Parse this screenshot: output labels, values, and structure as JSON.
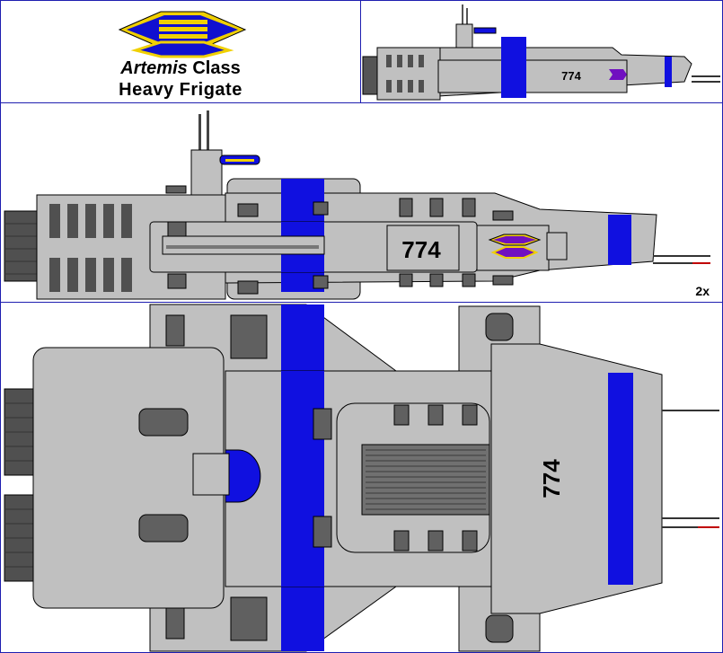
{
  "header": {
    "name_italic": "Artemis",
    "name_rest": " Class",
    "type": "Heavy Frigate"
  },
  "hull_number": "774",
  "scale_label": "2x",
  "colors": {
    "hull": "#c0c0c0",
    "stripe": "#1010e0",
    "emblem_gold": "#f0d000",
    "emblem_purple": "#7010c0",
    "outline": "#000000",
    "panel_border": "#1f1fb0"
  },
  "icons": [
    "insignia-emblem"
  ]
}
